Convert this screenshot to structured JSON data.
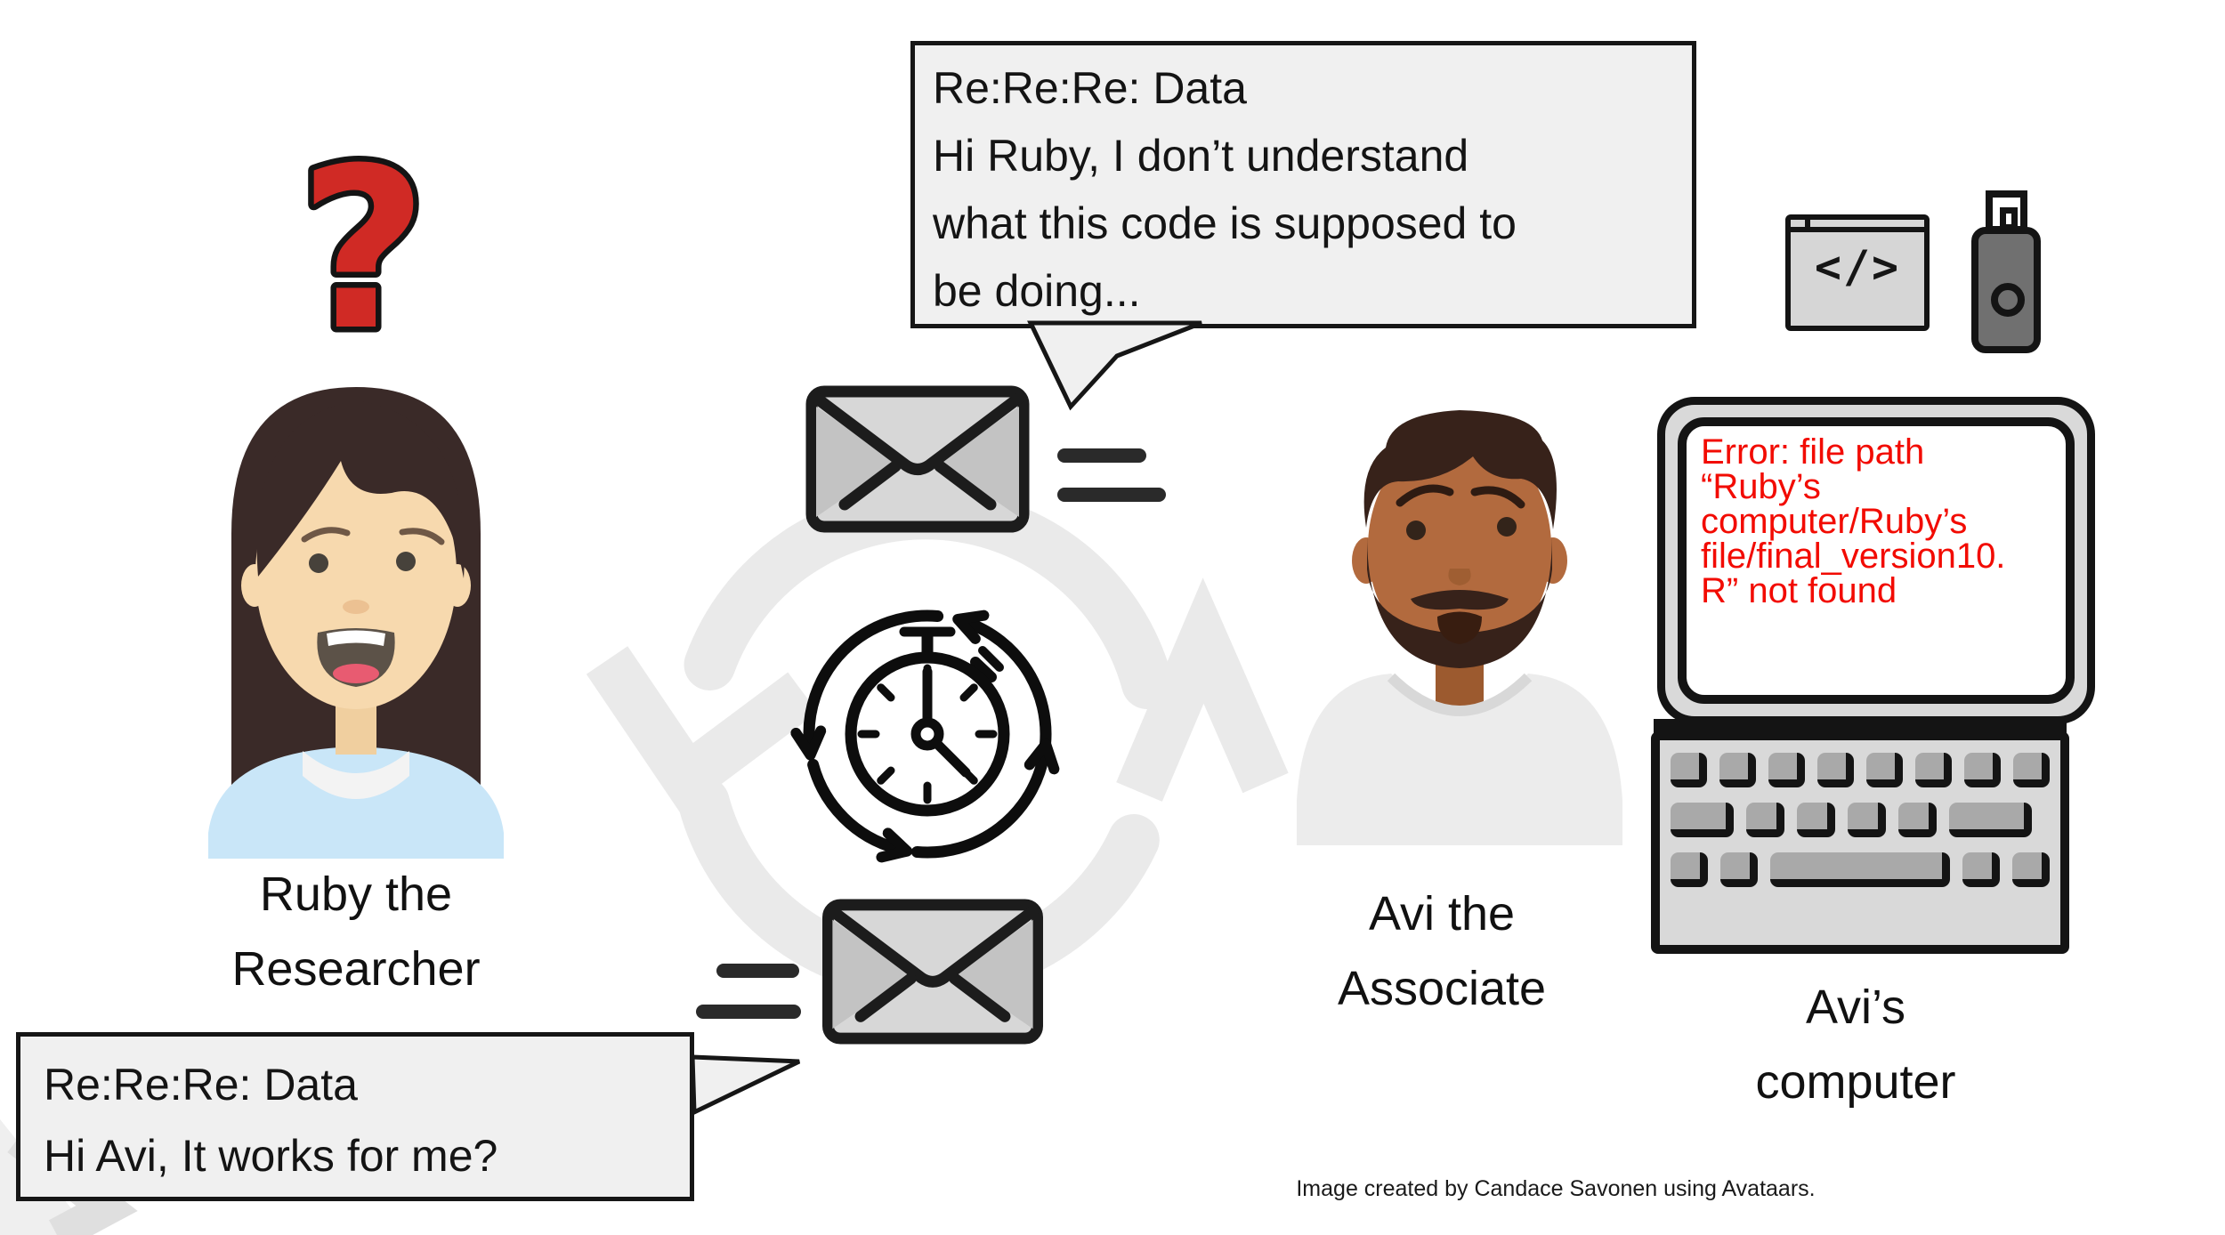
{
  "speech_bubbles": {
    "from_avi": {
      "line1": "Re:Re:Re: Data",
      "line2": "Hi Ruby, I don’t understand",
      "line3": "what this code is supposed to",
      "line4": "be doing..."
    },
    "from_ruby": {
      "line1": "Re:Re:Re: Data",
      "line2": "Hi Avi, It works for me?"
    }
  },
  "characters": {
    "ruby": {
      "name_line1": "Ruby the",
      "name_line2": "Researcher"
    },
    "avi": {
      "name_line1": "Avi the",
      "name_line2": "Associate"
    }
  },
  "computer": {
    "label_line1": "Avi’s",
    "label_line2": "computer",
    "error": {
      "line1": "Error: file path",
      "line2": "“Ruby’s",
      "line3": "computer/Ruby’s",
      "line4": "file/final_version10.",
      "line5": "R” not found"
    }
  },
  "icons": {
    "question_mark": "?",
    "code_glyph": "</>"
  },
  "attribution": "Image created by Candace Savonen using Avataars.",
  "colors": {
    "error_text": "#f20b02",
    "question_mark_red": "#d02a25",
    "bubble_bg": "#f0f0f0",
    "outline_black": "#161616",
    "watermark_gray": "#eaeaea",
    "shirt_blue": "#c9e6f8",
    "hoodie_gray": "#ececec",
    "ruby_skin": "#f7d9ae",
    "avi_skin": "#b26a3e",
    "hair_dark": "#37221a",
    "icon_gray": "#d7d7d7"
  }
}
